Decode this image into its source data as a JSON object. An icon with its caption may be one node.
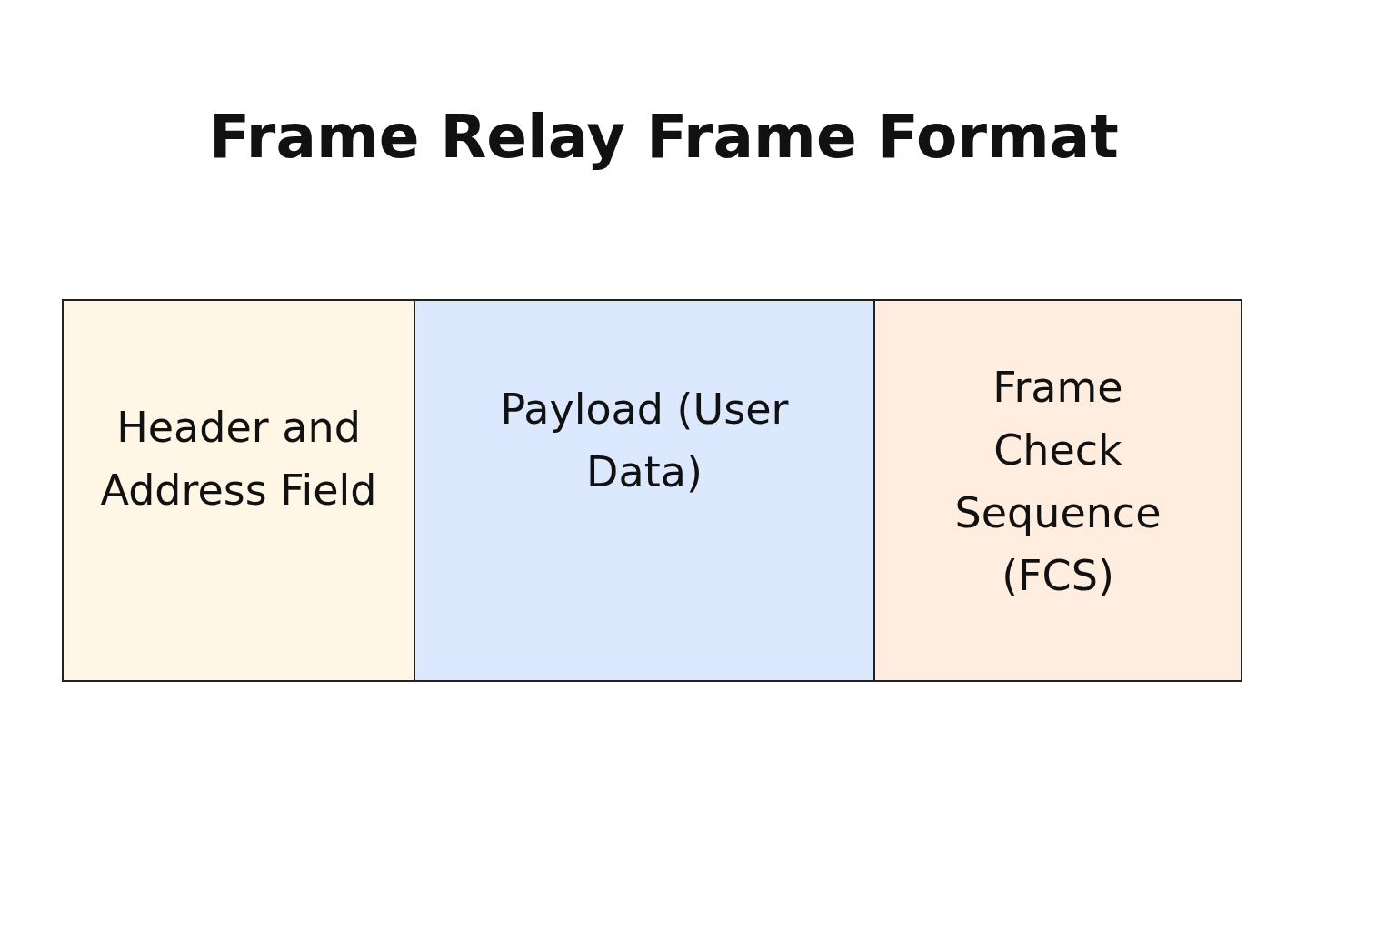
{
  "diagram": {
    "title": "Frame Relay Frame Format",
    "nodes": [
      {
        "text": [
          "Header and Address Field"
        ]
      },
      {
        "text": [
          "Payload (User Data)"
        ]
      },
      {
        "text": [
          "Frame Check Sequence (FCS)"
        ]
      }
    ],
    "edges": []
  }
}
